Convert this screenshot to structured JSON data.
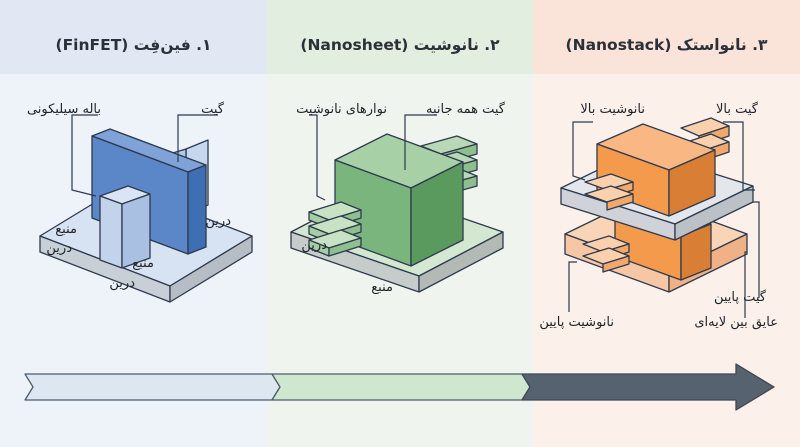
{
  "panels": [
    {
      "title": "۱. فین‌فِت (FinFET)",
      "labels": {
        "gate": "گیت",
        "fin": "باله سیلیکونی",
        "source_upper": "منبع",
        "drain_upper": "درین",
        "source_lower": "منبع",
        "drain_lower": "درین",
        "drain_right": "درین"
      }
    },
    {
      "title": "۲. نانوشیت (Nanosheet)",
      "labels": {
        "gaa": "گیت همه جانبه",
        "ribbons": "نوارهای نانوشیت",
        "drain": "درین",
        "source": "منبع"
      }
    },
    {
      "title": "۳. نانواستک (Nanostack)",
      "labels": {
        "top_gate": "گیت بالا",
        "top_sheet": "نانوشیت بالا",
        "bottom_gate": "گیت پایین",
        "bottom_sheet": "نانوشیت پایین",
        "isolator": "عایق بین لایه‌ای"
      }
    }
  ],
  "colors": {
    "blue": "#5b87c9",
    "green": "#79b57c",
    "orange": "#f39a4c",
    "grey": "#d5d9de"
  }
}
